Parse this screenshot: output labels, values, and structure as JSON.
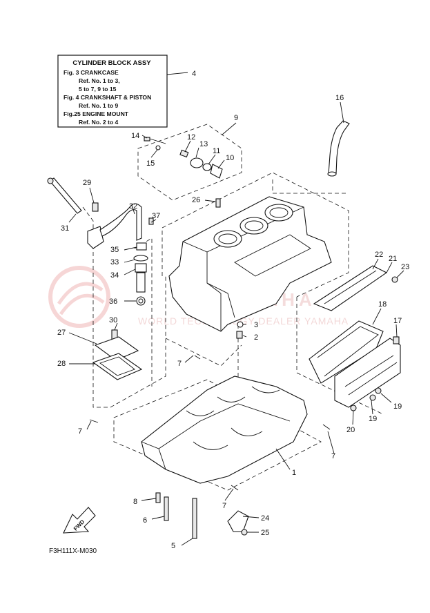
{
  "info_box": {
    "title": "CYLINDER BLOCK ASSY",
    "lines": [
      "Fig.  3 CRANKCASE",
      "Ref. No. 1 to 3,",
      "5 to 7, 9 to 15",
      "Fig.  4 CRANKSHAFT & PISTON",
      "Ref. No. 1 to 9",
      "Fig.25 ENGINE MOUNT",
      "Ref. No. 2 to 4"
    ]
  },
  "callouts": [
    "1",
    "2",
    "3",
    "4",
    "5",
    "6",
    "7",
    "7",
    "7",
    "7",
    "8",
    "9",
    "10",
    "11",
    "12",
    "13",
    "14",
    "15",
    "16",
    "17",
    "18",
    "19",
    "19",
    "20",
    "21",
    "22",
    "23",
    "24",
    "25",
    "26",
    "27",
    "28",
    "29",
    "30",
    "31",
    "32",
    "33",
    "34",
    "35",
    "36",
    "37"
  ],
  "fwd_label": "FWD",
  "diagram_code": "F3H111X-M030",
  "watermark": {
    "brand": "YAMAHA",
    "tagline": "WORLD TECHNOLOGY DEALER YAMAHA"
  }
}
